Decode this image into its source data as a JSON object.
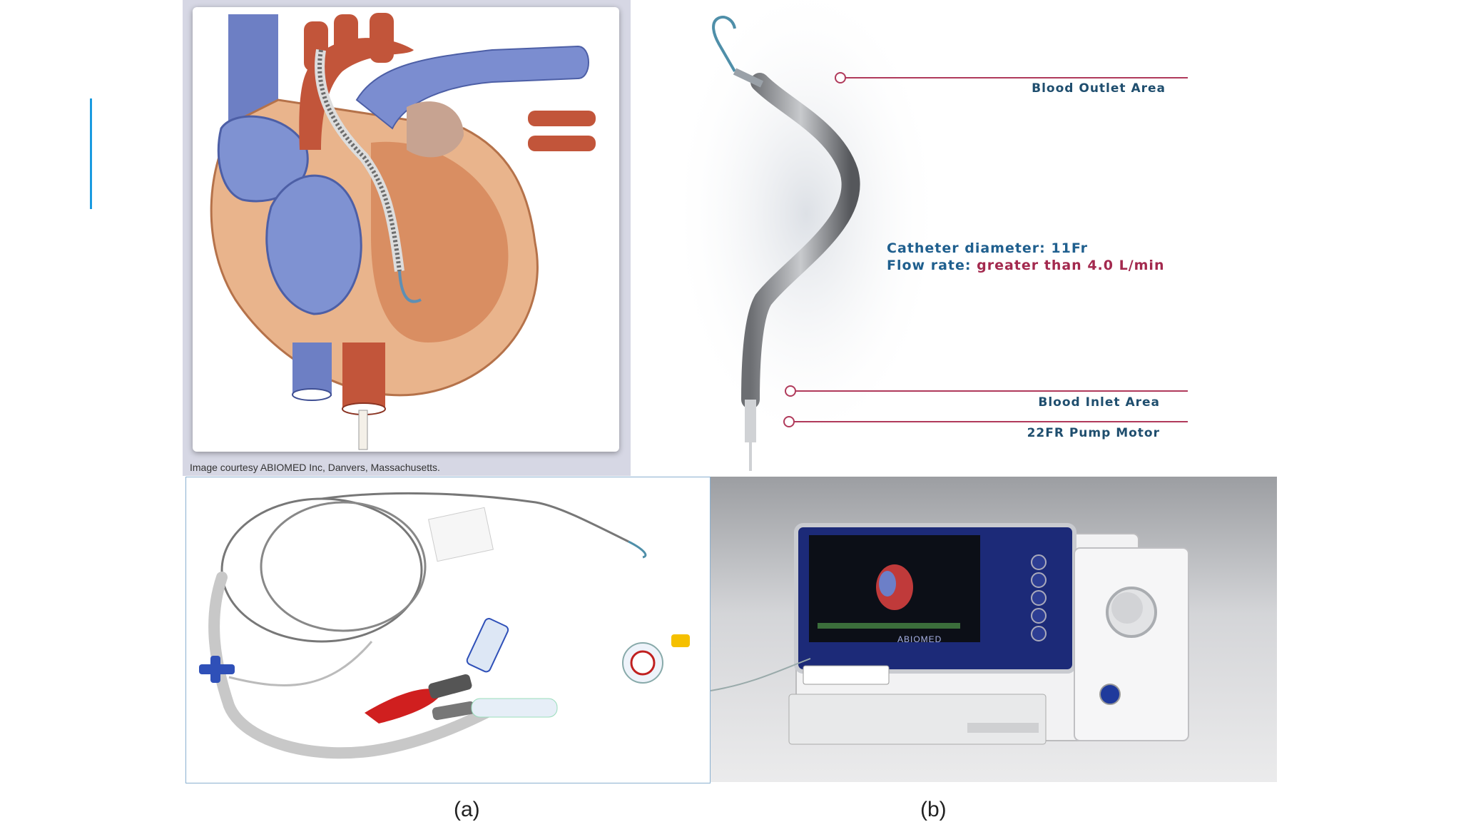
{
  "slide": {
    "accent_color": "#1a9be0"
  },
  "heart_figure": {
    "caption": "Image courtesy ABIOMED Inc, Danvers, Massachusetts."
  },
  "catheter_figure": {
    "callouts": {
      "outlet": "Blood Outlet Area",
      "inlet": "Blood Inlet Area",
      "motor": "22FR Pump Motor"
    },
    "specs": {
      "diameter_label": "Catheter diameter:",
      "diameter_value": "11Fr",
      "flow_label": "Flow rate:",
      "flow_value": "greater than 4.0 L/min"
    },
    "colors": {
      "label": "#1f4e6e",
      "value": "#a3294e",
      "line": "#b03a5b"
    }
  },
  "kit_figure": {
    "label": "(a)"
  },
  "console_figure": {
    "label": "(b)",
    "brand": "ABIOMED"
  }
}
